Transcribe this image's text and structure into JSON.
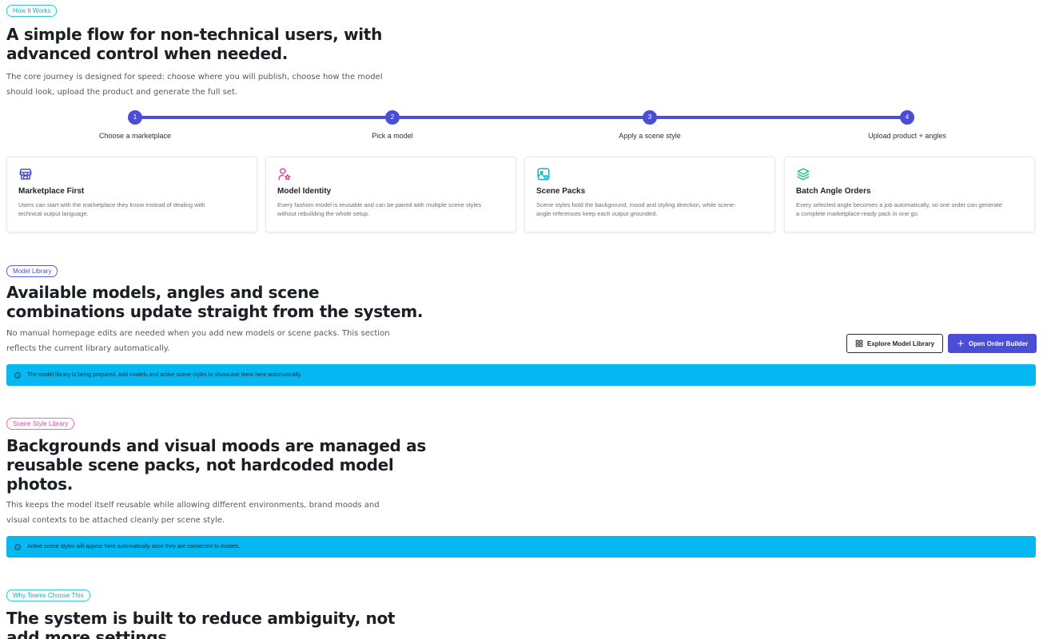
{
  "how_it_works": {
    "badge": "How It Works",
    "heading_line1": "A simple flow for non-technical users, with",
    "heading_line2": "advanced control when needed.",
    "lead_line1": "The core journey is designed for speed: choose where you will publish, choose how the model",
    "lead_line2": "should look, upload the product and generate the full set.",
    "steps": [
      {
        "number": "1",
        "label": "Choose a marketplace"
      },
      {
        "number": "2",
        "label": "Pick a model"
      },
      {
        "number": "3",
        "label": "Apply a scene style"
      },
      {
        "number": "4",
        "label": "Upload product + angles"
      }
    ],
    "features": [
      {
        "icon": "store-icon",
        "title": "Marketplace First",
        "desc_line1": "Users can start with the marketplace they know instead of dealing with",
        "desc_line2": "technical output language."
      },
      {
        "icon": "user-star-icon",
        "title": "Model Identity",
        "desc_line1": "Every fashion model is reusable and can be paired with multiple scene styles",
        "desc_line2": "without rebuilding the whole setup."
      },
      {
        "icon": "image-heart-icon",
        "title": "Scene Packs",
        "desc_line1": "Scene styles hold the background, mood and styling direction, while scene-",
        "desc_line2": "angle references keep each output grounded."
      },
      {
        "icon": "layers-icon",
        "title": "Batch Angle Orders",
        "desc_line1": "Every selected angle becomes a job automatically, so one order can generate",
        "desc_line2": "a complete marketplace-ready pack in one go."
      }
    ]
  },
  "model_library": {
    "badge": "Model Library",
    "heading_line1": "Available models, angles and scene",
    "heading_line2": "combinations update straight from the system.",
    "lead_line1": "No manual homepage edits are needed when you add new models or scene packs. This section",
    "lead_line2": "reflects the current library automatically.",
    "explore_button": "Explore Model Library",
    "order_button": "Open Order Builder",
    "notice": "The model library is being prepared. Add models and active scene styles to showcase them here automatically."
  },
  "scene_library": {
    "badge": "Scene Style Library",
    "heading_line1": "Backgrounds and visual moods are managed as",
    "heading_line2": "reusable scene packs, not hardcoded model",
    "heading_line3": "photos.",
    "lead_line1": "This keeps the model itself reusable while allowing different environments, brand moods and",
    "lead_line2": "visual contexts to be attached cleanly per scene style.",
    "notice": "Active scene styles will appear here automatically once they are connected to models."
  },
  "why_teams": {
    "badge": "Why Teams Choose This",
    "heading_line1": "The system is built to reduce ambiguity, not",
    "heading_line2": "add more settings."
  },
  "colors": {
    "primary": "#4a4ed6",
    "teal": "#11b3c2",
    "pink": "#e2479a",
    "green": "#1fc27a",
    "info_bar": "#05b8f2"
  }
}
